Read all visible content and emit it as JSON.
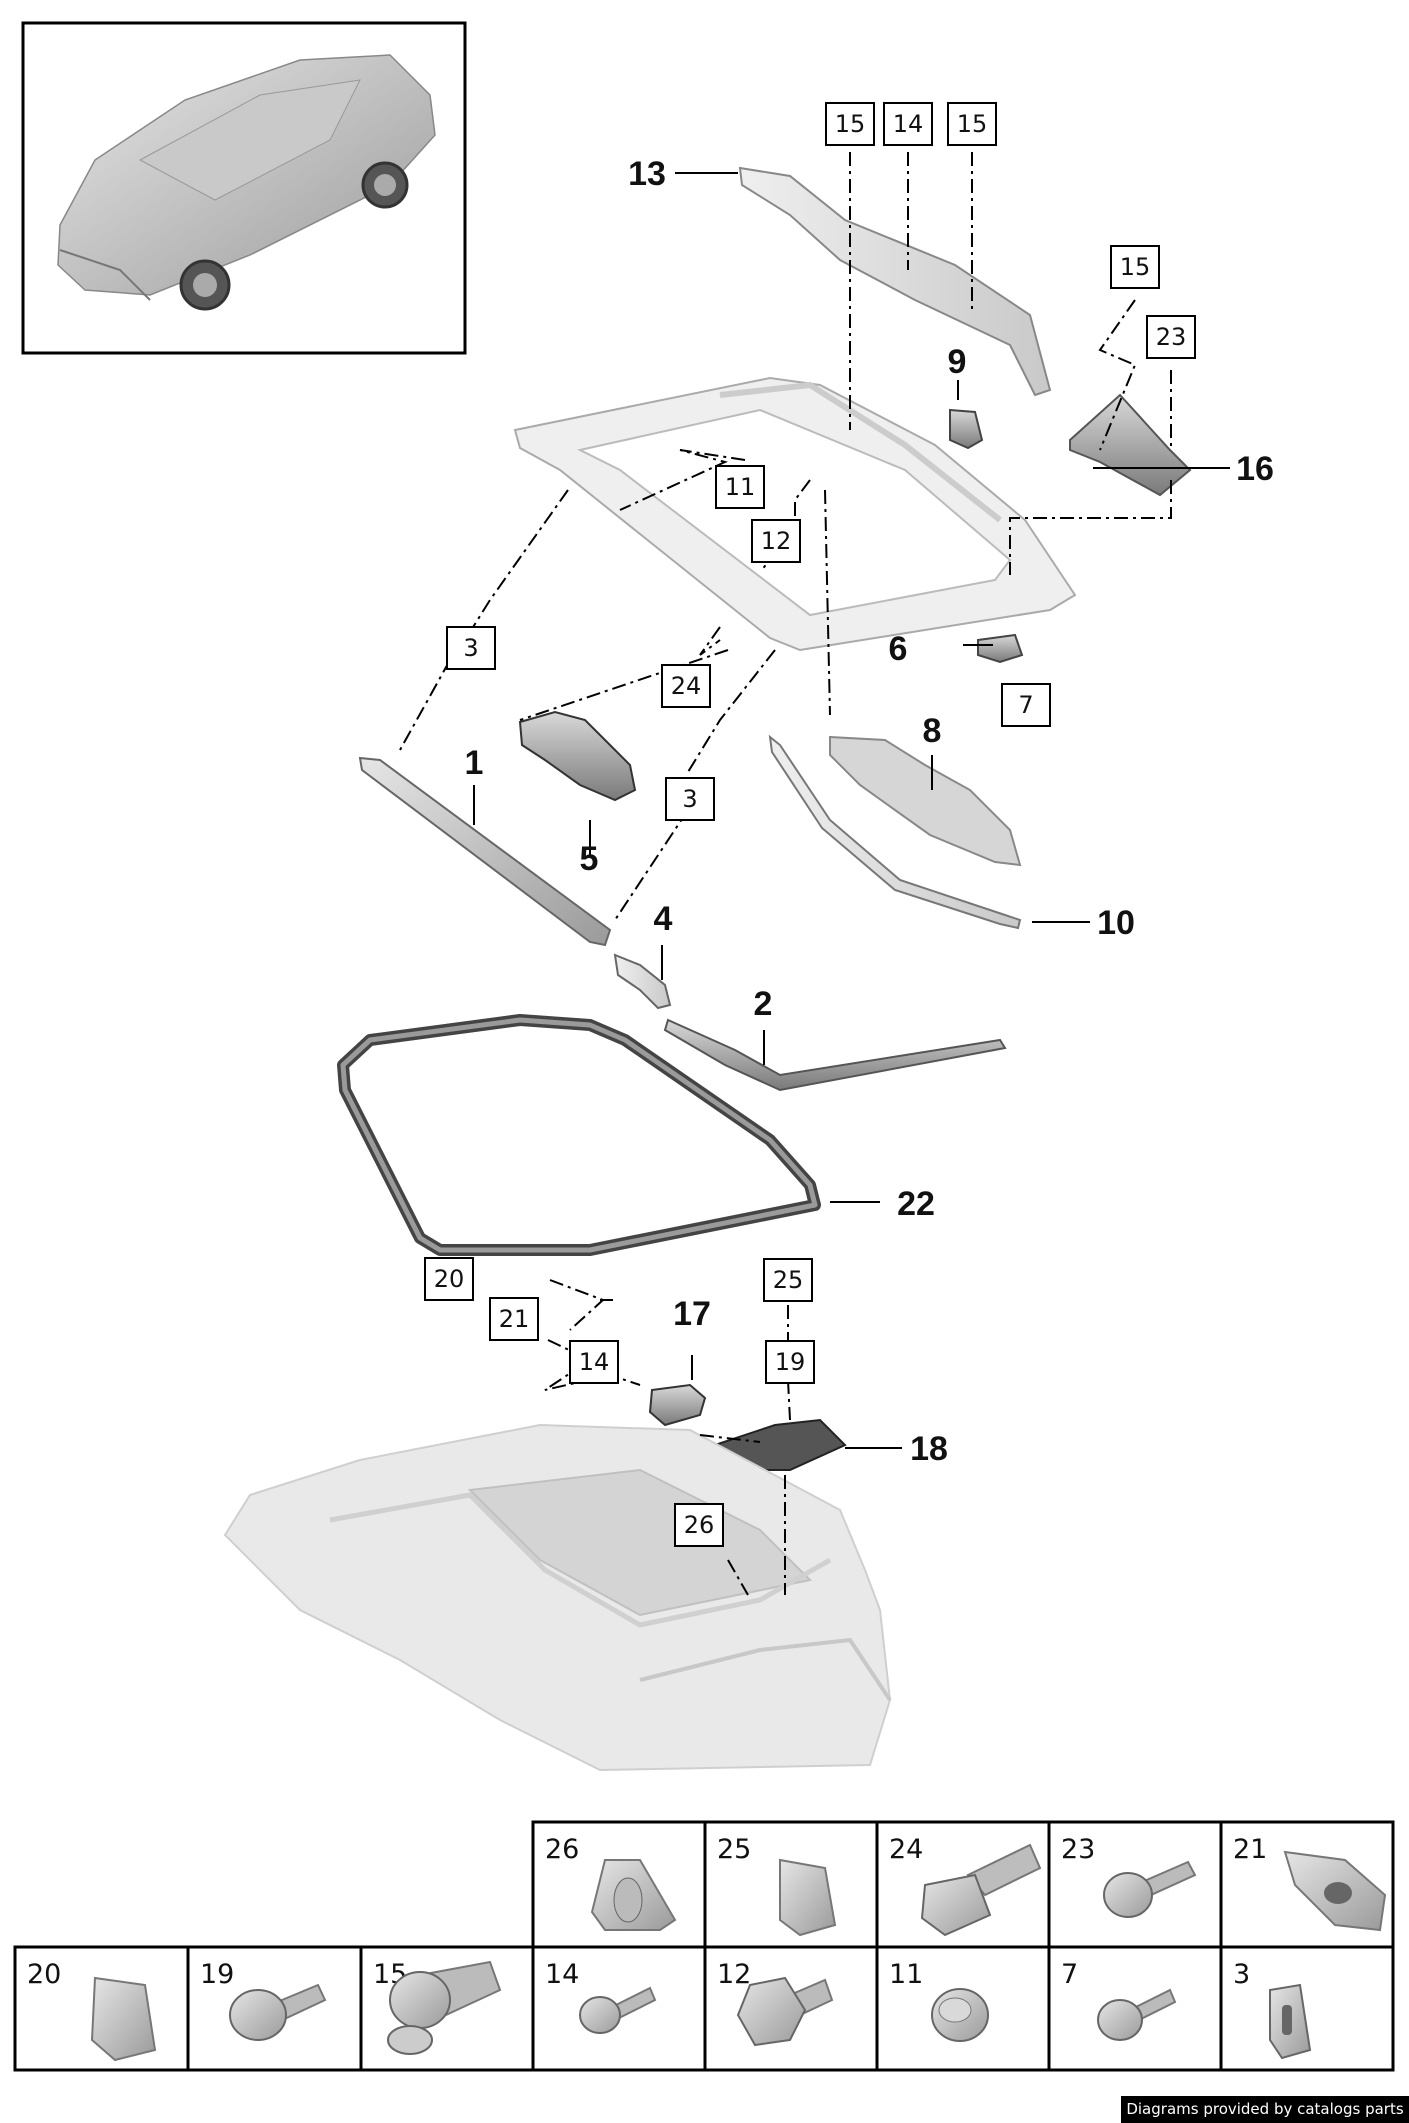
{
  "callouts": {
    "p1": "1",
    "p2": "2",
    "p4": "4",
    "p5": "5",
    "p6": "6",
    "p8": "8",
    "p9": "9",
    "p10": "10",
    "p13": "13",
    "p16": "16",
    "p17": "17",
    "p18": "18",
    "p22": "22"
  },
  "boxed_refs": {
    "b15a": "15",
    "b14a": "14",
    "b15b": "15",
    "b15c": "15",
    "b23": "23",
    "b11": "11",
    "b12": "12",
    "b3a": "3",
    "b24": "24",
    "b7": "7",
    "b3b": "3",
    "b20": "20",
    "b21": "21",
    "b14b": "14",
    "b25": "25",
    "b19": "19",
    "b26": "26"
  },
  "fastener_table": {
    "row1": [
      "26",
      "25",
      "24",
      "23",
      "21"
    ],
    "row2": [
      "20",
      "19",
      "15",
      "14",
      "12",
      "11",
      "7",
      "3"
    ]
  },
  "credit": "Diagrams provided by catalogs parts"
}
